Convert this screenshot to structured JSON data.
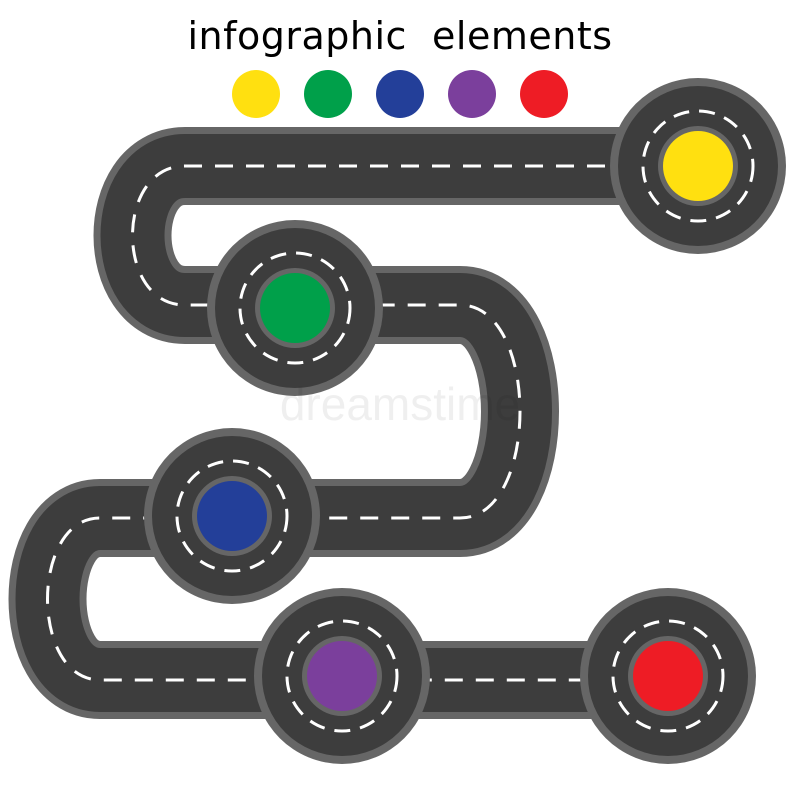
{
  "title": "infographic  elements",
  "watermark": "dreamstime",
  "colors": {
    "road_edge": "#666666",
    "road_surface": "#3d3d3d",
    "lane_marking": "#ffffff",
    "background": "#ffffff"
  },
  "legend": [
    {
      "name": "yellow",
      "color": "#ffe010"
    },
    {
      "name": "green",
      "color": "#00a04a"
    },
    {
      "name": "blue",
      "color": "#233f99"
    },
    {
      "name": "purple",
      "color": "#7b3f9c"
    },
    {
      "name": "red",
      "color": "#ee1c25"
    }
  ],
  "roundabouts": [
    {
      "name": "yellow",
      "color": "#ffe010",
      "icon": "yellow-roundabout-icon"
    },
    {
      "name": "green",
      "color": "#00a04a",
      "icon": "green-roundabout-icon"
    },
    {
      "name": "blue",
      "color": "#233f99",
      "icon": "blue-roundabout-icon"
    },
    {
      "name": "purple",
      "color": "#7b3f9c",
      "icon": "purple-roundabout-icon"
    },
    {
      "name": "red",
      "color": "#ee1c25",
      "icon": "red-roundabout-icon"
    }
  ]
}
